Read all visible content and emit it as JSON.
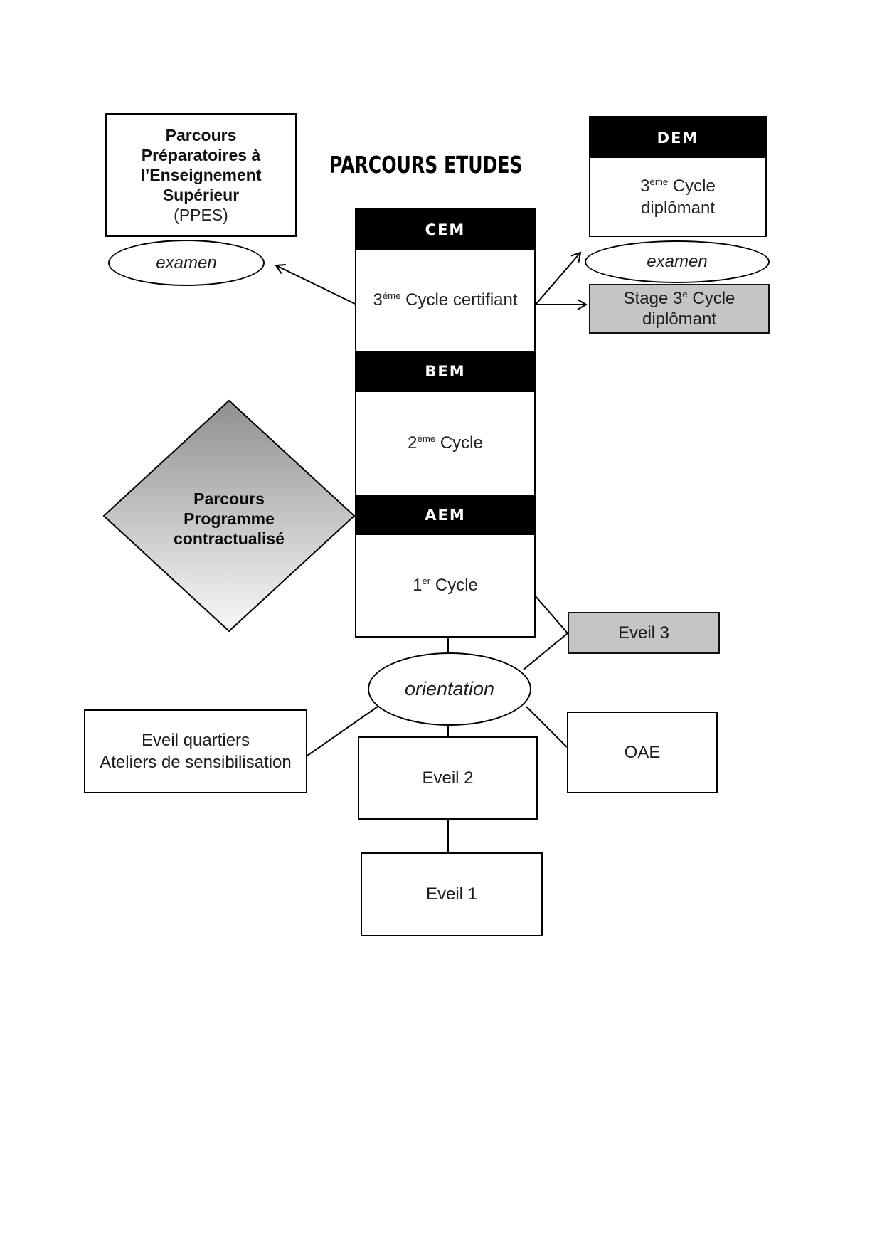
{
  "title": "PARCOURS ETUDES",
  "ppes": {
    "line1": "Parcours",
    "line2": "Préparatoires à",
    "line3": "l’Enseignement",
    "line4": "Supérieur",
    "line5": "(PPES)"
  },
  "dem": {
    "header": "DEM",
    "num": "3",
    "sup": "ème",
    "rest": " Cycle",
    "line2": "diplômant"
  },
  "exam_left": {
    "label": "examen"
  },
  "exam_right": {
    "label": "examen"
  },
  "stage": {
    "pre": "Stage 3",
    "sup": "e",
    "post": " Cycle",
    "line2": "diplômant"
  },
  "cem": {
    "header": "CEM",
    "num": "3",
    "sup": "ème",
    "rest": " Cycle certifiant"
  },
  "bem": {
    "header": "BEM",
    "num": "2",
    "sup": "ème",
    "rest": " Cycle"
  },
  "aem": {
    "header": "AEM",
    "num": "1",
    "sup": "er",
    "rest": " Cycle"
  },
  "diamond": {
    "line1": "Parcours",
    "line2": "Programme",
    "line3": "contractualisé"
  },
  "orientation": {
    "label": "orientation"
  },
  "eveil3": {
    "label": "Eveil 3"
  },
  "quartiers": {
    "line1": "Eveil quartiers",
    "line2": "Ateliers de sensibilisation"
  },
  "oae": {
    "label": "OAE"
  },
  "eveil2": {
    "label": "Eveil 2"
  },
  "eveil1": {
    "label": "Eveil 1"
  },
  "colors": {
    "header_bg": "#000000",
    "gray_fill": "#c5c5c5",
    "diamond_top": "#8f8f8f",
    "diamond_bottom": "#f9f9f9",
    "line": "#000000"
  }
}
